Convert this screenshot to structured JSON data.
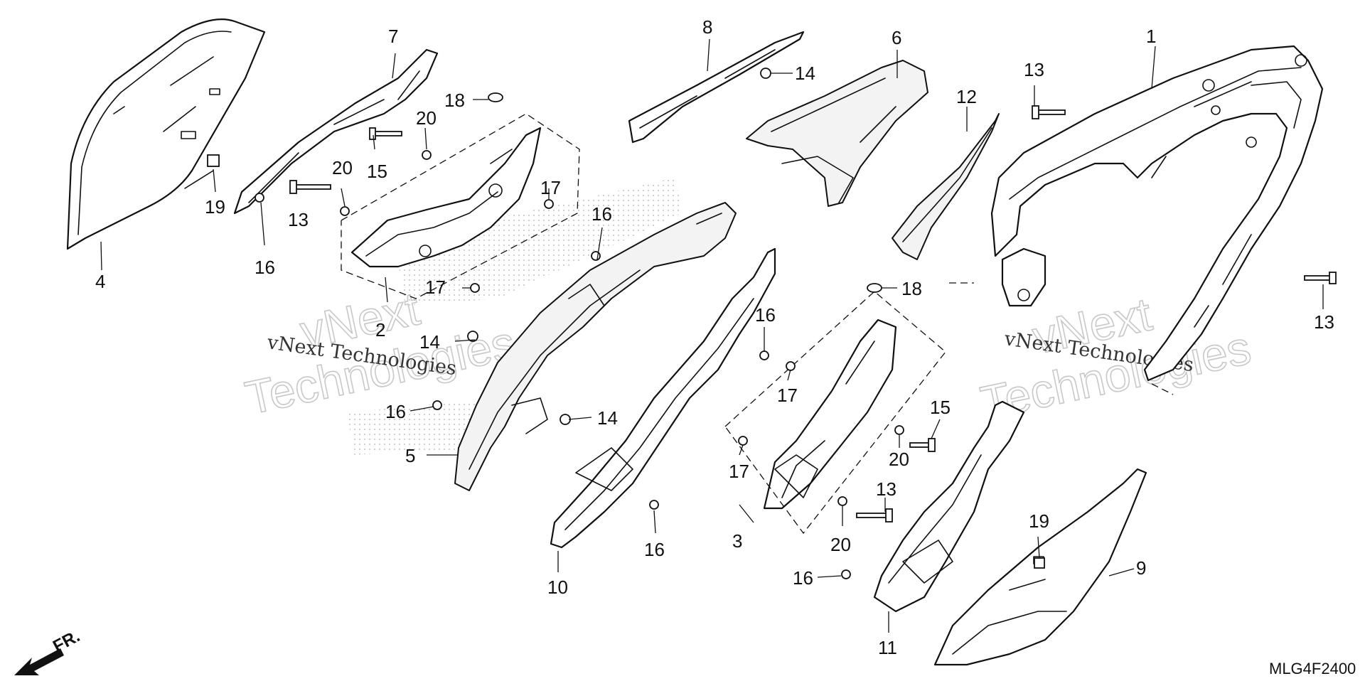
{
  "diagram": {
    "callouts": [
      {
        "id": "c1",
        "text": "1"
      },
      {
        "id": "c2",
        "text": "2"
      },
      {
        "id": "c3",
        "text": "3"
      },
      {
        "id": "c4",
        "text": "4"
      },
      {
        "id": "c5",
        "text": "5"
      },
      {
        "id": "c6",
        "text": "6"
      },
      {
        "id": "c7",
        "text": "7"
      },
      {
        "id": "c8",
        "text": "8"
      },
      {
        "id": "c9",
        "text": "9"
      },
      {
        "id": "c10",
        "text": "10"
      },
      {
        "id": "c11",
        "text": "11"
      },
      {
        "id": "c12",
        "text": "12"
      },
      {
        "id": "c13a",
        "text": "13"
      },
      {
        "id": "c13b",
        "text": "13"
      },
      {
        "id": "c13c",
        "text": "13"
      },
      {
        "id": "c13d",
        "text": "13"
      },
      {
        "id": "c14a",
        "text": "14"
      },
      {
        "id": "c14b",
        "text": "14"
      },
      {
        "id": "c14c",
        "text": "14"
      },
      {
        "id": "c15a",
        "text": "15"
      },
      {
        "id": "c15b",
        "text": "15"
      },
      {
        "id": "c16a",
        "text": "16"
      },
      {
        "id": "c16b",
        "text": "16"
      },
      {
        "id": "c16c",
        "text": "16"
      },
      {
        "id": "c16d",
        "text": "16"
      },
      {
        "id": "c16e",
        "text": "16"
      },
      {
        "id": "c16f",
        "text": "16"
      },
      {
        "id": "c17a",
        "text": "17"
      },
      {
        "id": "c17b",
        "text": "17"
      },
      {
        "id": "c17c",
        "text": "17"
      },
      {
        "id": "c17d",
        "text": "17"
      },
      {
        "id": "c18a",
        "text": "18"
      },
      {
        "id": "c18b",
        "text": "18"
      },
      {
        "id": "c19a",
        "text": "19"
      },
      {
        "id": "c19b",
        "text": "19"
      },
      {
        "id": "c20a",
        "text": "20"
      },
      {
        "id": "c20b",
        "text": "20"
      },
      {
        "id": "c20c",
        "text": "20"
      },
      {
        "id": "c20d",
        "text": "20"
      }
    ],
    "watermark": {
      "large_line1": "vNext",
      "large_line2": "Technologies",
      "small": "vNext Technologies"
    },
    "direction_label": "FR.",
    "diagram_code": "MLG4F2400"
  }
}
